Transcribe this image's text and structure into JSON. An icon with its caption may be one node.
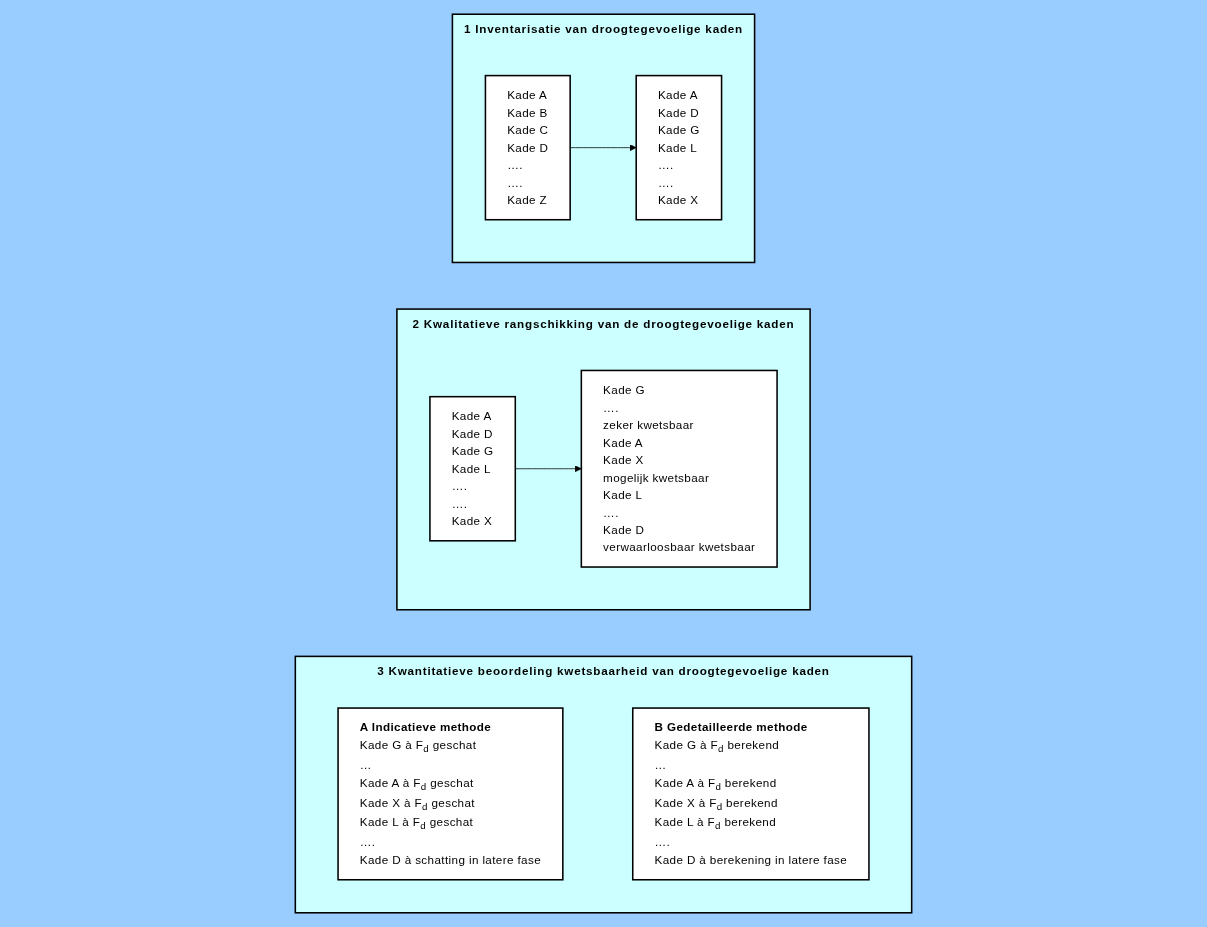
{
  "diagram": {
    "nodes": [
      {
        "text": [
          "1 Inventarisatie van droogtegevoelige kaden"
        ]
      },
      {
        "text": [
          "Kade A",
          "Kade B",
          "Kade C",
          "Kade D",
          "….",
          "….",
          "Kade Z"
        ],
        "in": 0
      },
      {
        "text": [
          "Kade A",
          "Kade D",
          "Kade G",
          "Kade L",
          "….",
          "….",
          "Kade X"
        ],
        "in": 0
      },
      {
        "text": [
          "2 Kwalitatieve rangschikking van de droogtegevoelige kaden"
        ]
      },
      {
        "text": [
          "Kade A",
          "Kade D",
          "Kade G",
          "Kade L",
          "….",
          "….",
          "Kade X"
        ],
        "in": 3
      },
      {
        "text": [
          "Kade G",
          "….",
          "zeker kwetsbaar",
          "Kade A",
          "Kade X",
          "mogelijk kwetsbaar",
          "Kade L",
          "….",
          "Kade D",
          "verwaarloosbaar kwetsbaar"
        ],
        "in": 3
      },
      {
        "text": [
          "3 Kwantitatieve beoordeling kwetsbaarheid van droogtegevoelige kaden"
        ]
      },
      {
        "text": [
          "A Indicatieve methode",
          "Kade G à F$_{d}$ geschat",
          "…",
          "Kade A à F$_{d}$ geschat",
          "Kade X à F$_{d}$ geschat",
          "Kade L à F$_{d}$ geschat",
          "….",
          "Kade D à schatting in latere fase"
        ],
        "in": 6
      },
      {
        "text": [
          "B Gedetailleerde methode",
          "Kade G à F$_{d}$ berekend",
          "…",
          "Kade A à F$_{d}$ berekend",
          "Kade X à F$_{d}$ berekend",
          "Kade L à F$_{d}$ berekend",
          "….",
          "Kade D à berekening in latere fase"
        ],
        "in": 6
      }
    ],
    "edges": [
      {
        "from": 1,
        "to": 2,
        "arrow": "to"
      },
      {
        "from": 4,
        "to": 5,
        "arrow": "to"
      }
    ]
  }
}
